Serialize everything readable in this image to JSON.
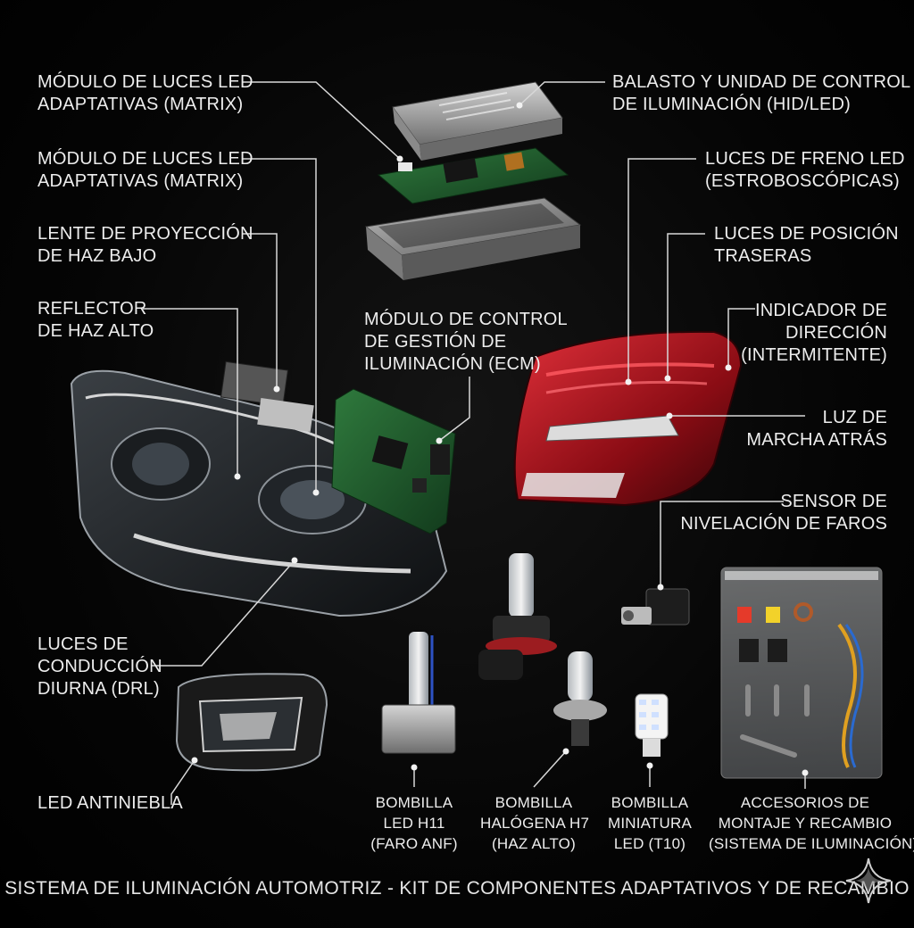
{
  "labels": {
    "matrix_1": [
      "MÓDULO DE LUCES LED",
      "ADAPTATIVAS (MATRIX)"
    ],
    "matrix_2": [
      "MÓDULO DE LUCES LED",
      "ADAPTATIVAS (MATRIX)"
    ],
    "low_beam_lens": [
      "LENTE DE PROYECCIÓN",
      "DE HAZ BAJO"
    ],
    "high_beam_reflector": [
      "REFLECTOR",
      "DE HAZ ALTO"
    ],
    "drl": [
      "LUCES DE",
      "CONDUCCIÓN",
      "DIURNA (DRL)"
    ],
    "fog_led": [
      "LED ANTINIEBLA"
    ],
    "ballast": [
      "BALASTO Y UNIDAD DE CONTROL",
      "DE ILUMINACIÓN (HID/LED)"
    ],
    "ecm": [
      "MÓDULO DE CONTROL",
      "DE GESTIÓN DE",
      "ILUMINACIÓN (ECM)"
    ],
    "brake_led": [
      "LUCES DE FRENO LED",
      "(ESTROBOSCÓPICAS)"
    ],
    "rear_position": [
      "LUCES DE POSICIÓN",
      "TRASERAS"
    ],
    "turn_signal": [
      "INDICADOR DE",
      "DIRECCIÓN",
      "(INTERMITENTE)"
    ],
    "reverse": [
      "LUZ DE",
      "MARCHA ATRÁS"
    ],
    "level_sensor": [
      "SENSOR DE",
      "NIVELACIÓN DE FAROS"
    ],
    "bulb_h11": [
      "BOMBILLA",
      "LED H11",
      "(FARO ANF)"
    ],
    "bulb_h7": [
      "BOMBILLA",
      "HALÓGENA H7",
      "(HAZ ALTO)"
    ],
    "bulb_t10": [
      "BOMBILLA",
      "MINIATURA",
      "LED (T10)"
    ],
    "accessories": [
      "ACCESORIOS DE",
      "MONTAJE Y RECAMBIO",
      "(SISTEMA DE ILUMINACIÓN)"
    ]
  },
  "title": "SISTEMA DE ILUMINACIÓN AUTOMOTRIZ - KIT DE COMPONENTES ADAPTATIVOS Y DE RECAMBIO",
  "colors": {
    "background": "#050505",
    "text": "#ededed",
    "leader_line": "#d8d8d8",
    "tail_red": "#b01018",
    "pcb_green": "#1f5a2c",
    "metal": "#9a9a9a"
  },
  "icons": [
    "sparkle-star-icon"
  ]
}
